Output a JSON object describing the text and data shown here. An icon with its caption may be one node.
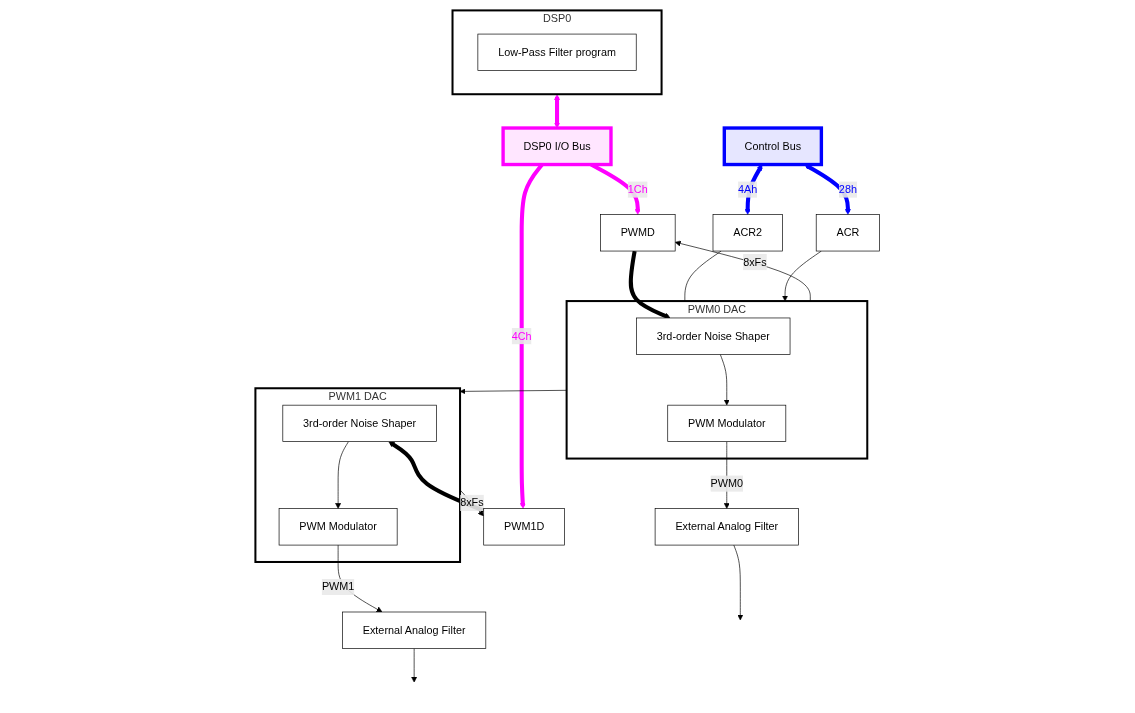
{
  "diagram": {
    "nodes": [
      {
        "text": [
          "DSP0"
        ]
      },
      {
        "text": [
          "Low-Pass Filter program"
        ],
        "in": 0
      },
      {
        "text": [
          "Control Bus"
        ]
      },
      {
        "text": [
          "ACR2"
        ]
      },
      {
        "text": [
          "ACR"
        ]
      },
      {
        "text": [
          "DSP0 I/O Bus"
        ]
      },
      {
        "text": [
          "PWM0 DAC"
        ]
      },
      {
        "text": [
          "PWMD"
        ]
      },
      {
        "text": [
          "3rd-order Noise Shaper"
        ],
        "in": 6
      },
      {
        "text": [
          "PWM Modulator"
        ],
        "in": 6
      },
      {
        "text": [
          "External Analog Filter"
        ]
      },
      {
        "text": [
          "PWM1 DAC"
        ]
      },
      {
        "text": [
          "PWM1D"
        ]
      },
      {
        "text": [
          "3rd-order Noise Shaper"
        ],
        "in": 11
      },
      {
        "text": [
          "PWM Modulator"
        ],
        "in": 11
      },
      {
        "text": [
          "External Analog Filter"
        ]
      }
    ],
    "edges": [
      {
        "from": 2,
        "to": 3,
        "arrow": "both",
        "label": "4Ah",
        "style": "thick",
        "color": "#0000ff"
      },
      {
        "from": 2,
        "to": 4,
        "arrow": "both",
        "label": "28h",
        "style": "thick",
        "color": "#0000ff"
      },
      {
        "from": 0,
        "to": 5,
        "arrow": "both",
        "style": "thick",
        "color": "#ff00ff"
      },
      {
        "from": 3,
        "to": 6,
        "arrow": "none"
      },
      {
        "from": 4,
        "to": 6,
        "arrow": "to"
      },
      {
        "from": 6,
        "to": 7,
        "arrow": "to",
        "label": "8xFs"
      },
      {
        "from": 5,
        "to": 7,
        "arrow": "to",
        "label": "1Ch",
        "style": "thick",
        "color": "#ff00ff"
      },
      {
        "from": 7,
        "to": 8,
        "arrow": "to",
        "style": "thick"
      },
      {
        "from": 8,
        "to": 9,
        "arrow": "to"
      },
      {
        "from": 9,
        "to": 10,
        "arrow": "to",
        "label": "PWM0"
      },
      {
        "from": 10,
        "to": null,
        "arrow": "to"
      },
      {
        "from": 6,
        "to": 11,
        "arrow": "to"
      },
      {
        "from": 11,
        "to": 12,
        "arrow": "to",
        "label": "8xFs"
      },
      {
        "from": 5,
        "to": 12,
        "arrow": "to",
        "label": "4Ch",
        "style": "thick",
        "color": "#ff00ff"
      },
      {
        "from": 12,
        "to": 13,
        "arrow": "to",
        "style": "thick"
      },
      {
        "from": 13,
        "to": 14,
        "arrow": "to"
      },
      {
        "from": 14,
        "to": 15,
        "arrow": "to",
        "label": "PWM1"
      },
      {
        "from": 15,
        "to": null,
        "arrow": "to"
      }
    ]
  }
}
